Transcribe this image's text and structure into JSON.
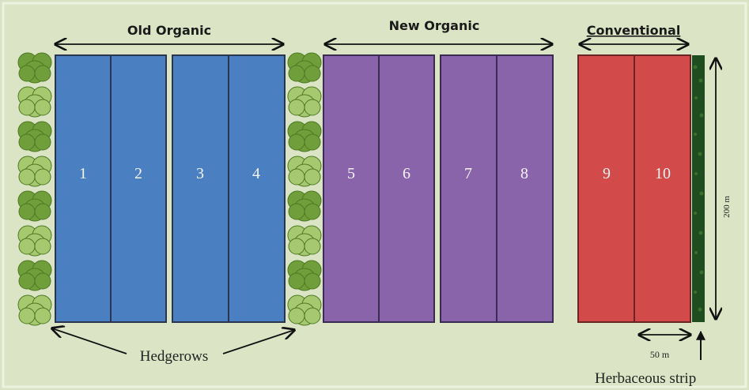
{
  "groups": [
    {
      "label": "Old Organic",
      "color": "#4a7fc1",
      "plots": [
        "1",
        "2",
        "3",
        "4"
      ]
    },
    {
      "label": "New Organic",
      "color": "#8a64ab",
      "plots": [
        "5",
        "6",
        "7",
        "8"
      ]
    },
    {
      "label": "Conventional",
      "color": "#d24a4a",
      "plots": [
        "9",
        "10"
      ]
    }
  ],
  "hedgerow_label": "Hedgerows",
  "length_label": "200 m",
  "width_label": "50 m",
  "strip_label": "Herbaceous strip",
  "colors": {
    "background": "#d9e3c3",
    "outer_frame": "#f4f6ea",
    "hedge_dark": "#6f9e3a",
    "hedge_light": "#a6c96f",
    "strip": "#1f4d1f",
    "plot_border": "#2a3550"
  }
}
